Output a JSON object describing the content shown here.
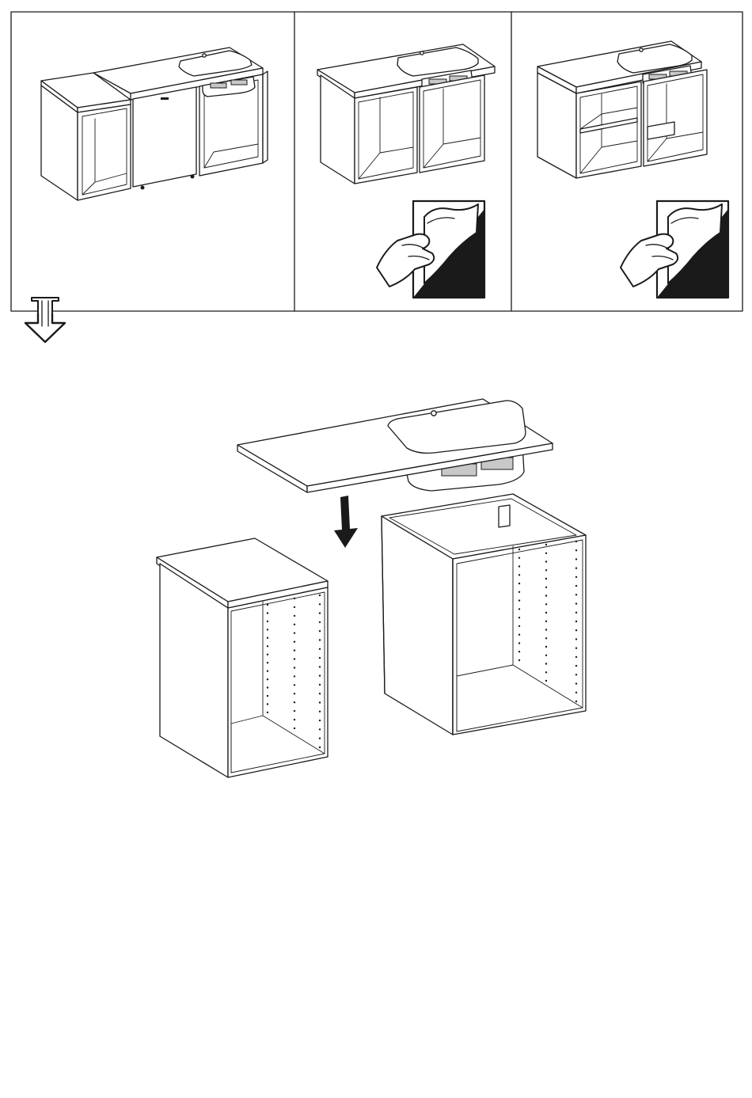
{
  "colors": {
    "line": "#1a1a1a",
    "background": "#ffffff",
    "label_fill": "#c8c8c8"
  },
  "icons": {
    "next_step": "down-arrow-outline-icon",
    "peel_film": "peel-protective-film-icon",
    "lower_countertop": "down-arrow-solid-icon"
  },
  "panels": [
    {
      "name": "overview-assembled-vanity"
    },
    {
      "name": "two-cabinets-with-countertop"
    },
    {
      "name": "cabinets-with-shelves"
    }
  ]
}
